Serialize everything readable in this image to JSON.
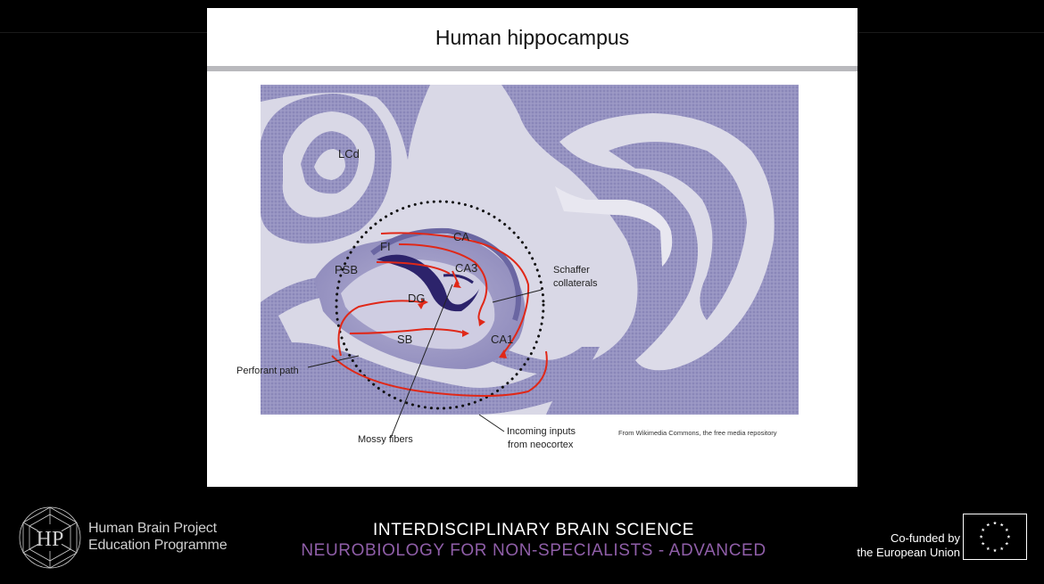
{
  "slide": {
    "title": "Human hippocampus",
    "labels": {
      "lcd": "LCd",
      "fi": "FI",
      "ca": "CA",
      "ca3": "CA3",
      "psb": "PSB",
      "dg": "DG",
      "sb": "SB",
      "ca1": "CA1",
      "schaffer_1": "Schaffer",
      "schaffer_2": "collaterals",
      "perforant": "Perforant path",
      "mossy": "Mossy fibers",
      "incoming_1": "Incoming inputs",
      "incoming_2": "from neocortex"
    },
    "credit": "From Wikimedia Commons, the free media repository",
    "colors": {
      "pathway": "#e02818",
      "tissue": "#8a86b8",
      "white_matter": "#dcdbe8"
    }
  },
  "footer": {
    "program_line1": "Human Brain Project",
    "program_line2": "Education Programme",
    "course_title": "INTERDISCIPLINARY BRAIN SCIENCE",
    "course_subtitle": "NEUROBIOLOGY FOR NON-SPECIALISTS - ADVANCED",
    "funding_line1": "Co-funded by",
    "funding_line2": "the European Union",
    "accent_color": "#8f5ea8",
    "logo_icon": "hbp-logo-icon",
    "flag_icon": "eu-flag-icon"
  }
}
